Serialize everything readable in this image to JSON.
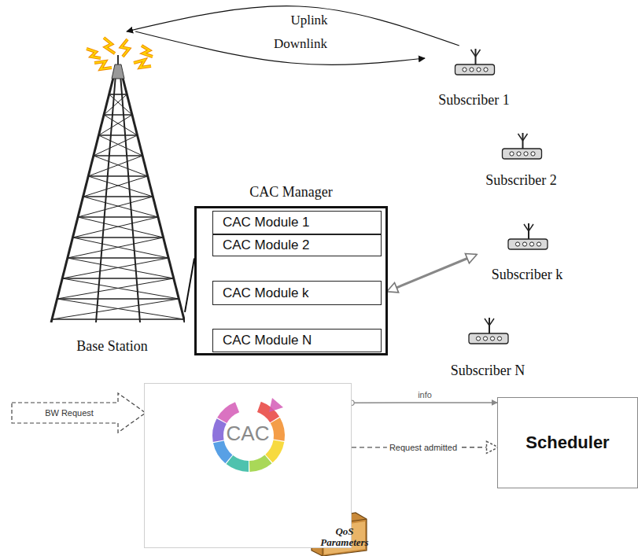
{
  "diagram": {
    "nodes": [
      {
        "text": [
          "Base Station"
        ]
      },
      {
        "text": [
          "Subscriber 1"
        ]
      },
      {
        "text": [
          "CAC Manager"
        ]
      },
      {
        "text": [
          "CAC Module 1"
        ],
        "in": 2
      },
      {
        "text": [
          "CAC Module 2"
        ],
        "in": 2
      },
      {
        "text": [
          "CAC Module k"
        ],
        "in": 2
      },
      {
        "text": [
          "CAC Module N"
        ],
        "in": 2
      },
      {
        "text": [
          "Subscriber 2"
        ]
      },
      {
        "text": [
          "Subscriber k"
        ]
      },
      {
        "text": [
          "Subscriber N"
        ]
      },
      {
        "text": [
          "CAC"
        ]
      },
      {
        "text": [
          "Scheduler"
        ]
      }
    ],
    "edges": [
      {
        "from": 1,
        "to": 0,
        "label": "Uplink",
        "arrow": "to"
      },
      {
        "from": 0,
        "to": 1,
        "label": "Downlink",
        "arrow": "to"
      },
      {
        "from": 2,
        "to": 8,
        "arrow": "both"
      },
      {
        "from": 10,
        "to": 11,
        "label": "info",
        "arrow": "to"
      },
      {
        "from": 10,
        "to": 11,
        "label": "Request admitted",
        "arrow": "to"
      },
      {
        "from": 0,
        "to": 2,
        "arrow": "none"
      }
    ],
    "labels": [
      "BW Request",
      "QoS Parameters"
    ]
  }
}
